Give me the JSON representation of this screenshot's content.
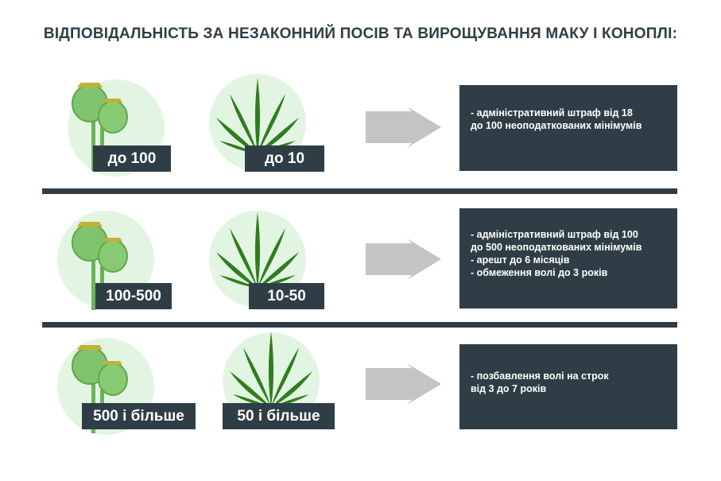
{
  "title": "ВІДПОВІДАЛЬНІСТЬ ЗА НЕЗАКОННИЙ ПОСІВ ТА ВИРОЩУВАННЯ МАКУ І КОНОПЛІ:",
  "colors": {
    "panel": "#2f3e46",
    "circle": "#e2f5e2",
    "arrow": "#c4c4c4",
    "leaf": "#2f7d1f",
    "poppy": "#7fc46c"
  },
  "rows": [
    {
      "poppy_label": "до 100",
      "hemp_label": "до 10",
      "info": [
        "- адміністративний штраф від 18",
        "до 100 неоподаткованих мінімумів"
      ]
    },
    {
      "poppy_label": "100-500",
      "hemp_label": "10-50",
      "info": [
        "- адміністративний штраф від 100",
        "до 500 неоподаткованих мінімумів",
        "- арешт до 6 місяців",
        "- обмеження волі до 3 років"
      ]
    },
    {
      "poppy_label": "500 і більше",
      "hemp_label": "50 і більше",
      "info": [
        "- позбавлення волі на строк",
        "від 3 до 7 років"
      ]
    }
  ]
}
